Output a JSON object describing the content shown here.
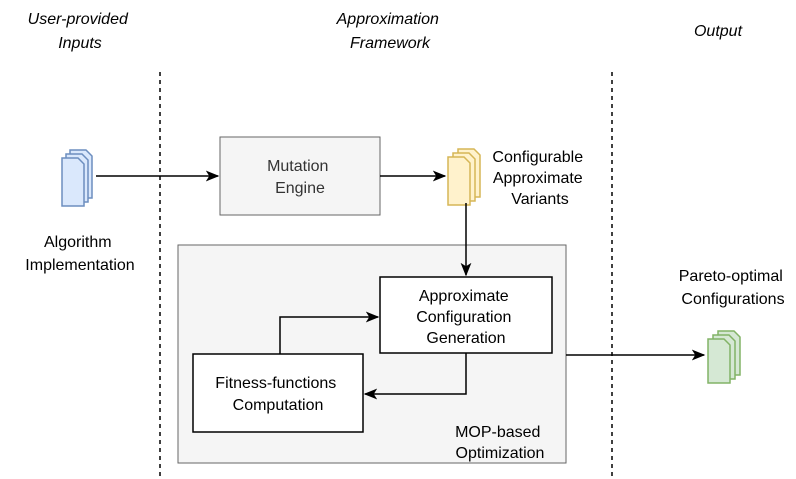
{
  "columns": {
    "inputs": [
      "User-provided",
      "Inputs"
    ],
    "framework": [
      "Approximation",
      "Framework"
    ],
    "output": [
      "Output"
    ]
  },
  "nodes": {
    "algorithm_doc_label": [
      "Algorithm",
      "Implementation"
    ],
    "mutation_engine": [
      "Mutation",
      "Engine"
    ],
    "variants_doc_label": [
      "Configurable",
      "Approximate",
      "Variants"
    ],
    "approx_config_generation": [
      "Approximate",
      "Configuration",
      "Generation"
    ],
    "fitness_computation": [
      "Fitness-functions",
      "Computation"
    ],
    "mop_container_label": [
      "MOP-based",
      "Optimization"
    ],
    "pareto_doc_label": [
      "Pareto-optimal",
      "Configurations"
    ]
  },
  "colors": {
    "doc_blue_fill": "#dae8fc",
    "doc_blue_stroke": "#6c8ebf",
    "doc_yellow_fill": "#fff2cc",
    "doc_yellow_stroke": "#d6b656",
    "doc_green_fill": "#d5e8d4",
    "doc_green_stroke": "#82b366",
    "grey_fill": "#f5f5f5",
    "grey_stroke": "#666666",
    "engine_text": "#333333"
  },
  "icons": {
    "algorithm": "multi-document-icon",
    "variants": "multi-document-icon",
    "pareto": "multi-document-icon"
  }
}
